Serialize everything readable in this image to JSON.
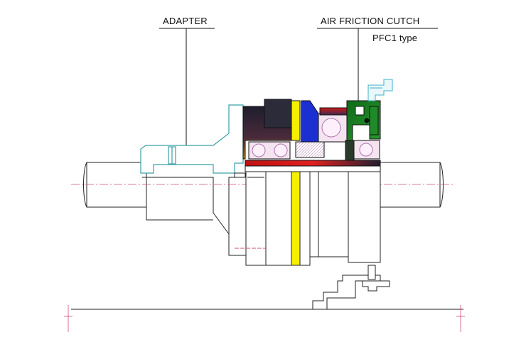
{
  "labels": {
    "adapter": "ADAPTER",
    "clutch": "AIR FRICTION CUTCH",
    "clutch_type": "PFC1  type"
  },
  "colors": {
    "adapter": "#5fb8b8",
    "clutch_body": "#2a2a3a",
    "blue": "#1c2fd0",
    "yellow": "#f5f000",
    "green": "#1f8a2a",
    "red": "#d01818",
    "bearing": "#f3e4f0",
    "centerline": "#d05070",
    "fitting": "#3fb0c8",
    "outline": "#222222"
  },
  "parts": [
    {
      "name": "shaft",
      "icon": "shaft-icon"
    },
    {
      "name": "adapter",
      "icon": "adapter-icon"
    },
    {
      "name": "clutch-housing",
      "icon": "housing-icon"
    },
    {
      "name": "friction-disc",
      "icon": "disc-icon"
    },
    {
      "name": "bearing",
      "icon": "bearing-icon"
    },
    {
      "name": "air-fitting",
      "icon": "fitting-icon"
    },
    {
      "name": "base-plate",
      "icon": "base-icon"
    }
  ]
}
